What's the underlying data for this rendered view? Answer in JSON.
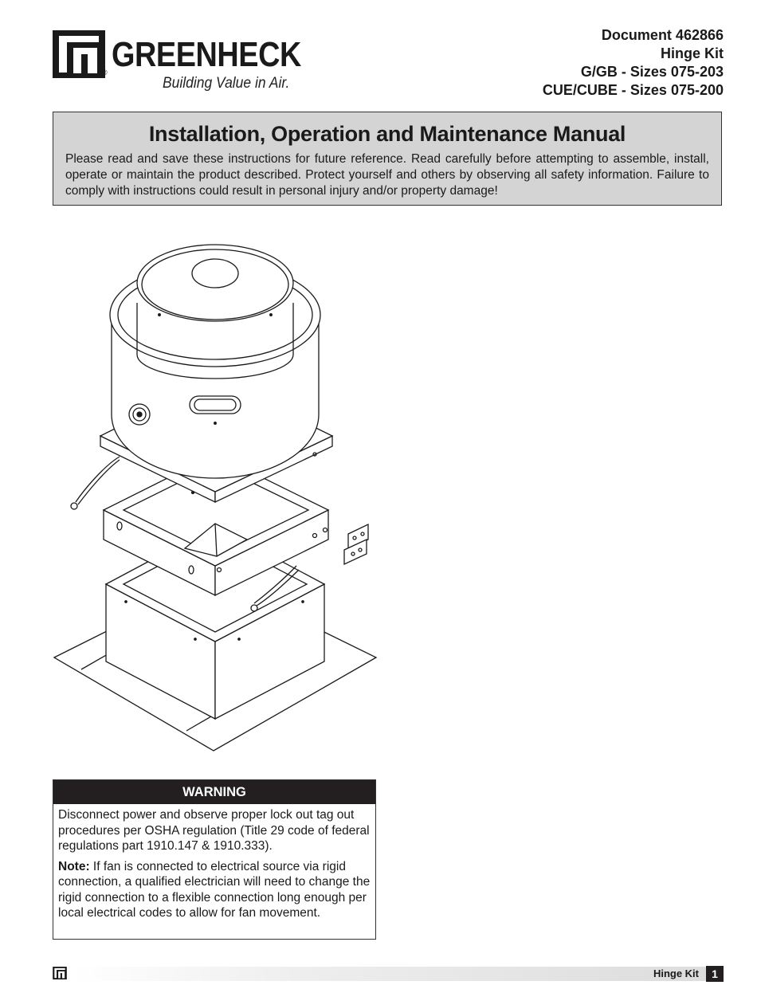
{
  "header": {
    "brand": "GREENHECK",
    "registered": "®",
    "tagline": "Building Value in Air.",
    "document": "Document 462866",
    "product": "Hinge Kit",
    "models_1": "G/GB - Sizes 075-203",
    "models_2": "CUE/CUBE - Sizes 075-200"
  },
  "intro": {
    "title": "Installation, Operation and Maintenance Manual",
    "text": "Please read and save these instructions for future reference. Read carefully before attempting to assemble, install, operate or maintain the product described. Protect yourself and others by observing all safety information. Failure to comply with instructions could result in personal injury and/or property damage!"
  },
  "warning": {
    "heading": "WARNING",
    "text": "Disconnect power and observe proper lock out tag out procedures per OSHA regulation (Title 29 code of federal regulations part 1910.147 & 1910.333).",
    "note_label": "Note:",
    "note_text": " If fan is connected to electrical source via rigid connection, a qualified electrician will need to change the rigid connection to a flexible connection long enough per local electrical codes to allow for fan movement."
  },
  "footer": {
    "label": "Hinge Kit",
    "page": "1"
  }
}
